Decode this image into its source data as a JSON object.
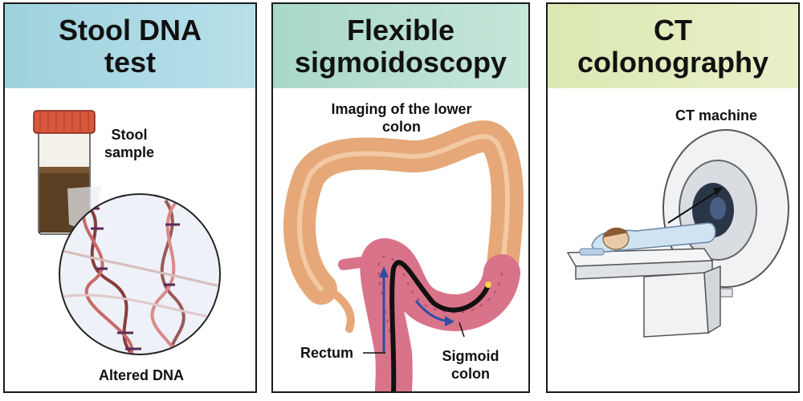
{
  "panels": [
    {
      "title": "Stool DNA\ntest",
      "labels": {
        "sample": "Stool\nsample",
        "dna": "Altered DNA"
      },
      "header_color": "#a9d8e3"
    },
    {
      "title": "Flexible\nsigmoidoscopy",
      "labels": {
        "caption": "Imaging of the lower\ncolon",
        "rectum": "Rectum",
        "sigmoid": "Sigmoid\ncolon"
      },
      "header_color": "#b5decd"
    },
    {
      "title": "CT\ncolonography",
      "labels": {
        "machine": "CT machine"
      },
      "header_color": "#e2ecbd"
    }
  ],
  "icons": [
    "specimen-jar-icon",
    "dna-helix-icon",
    "colon-icon",
    "endoscope-icon",
    "ct-scanner-icon",
    "patient-icon"
  ]
}
